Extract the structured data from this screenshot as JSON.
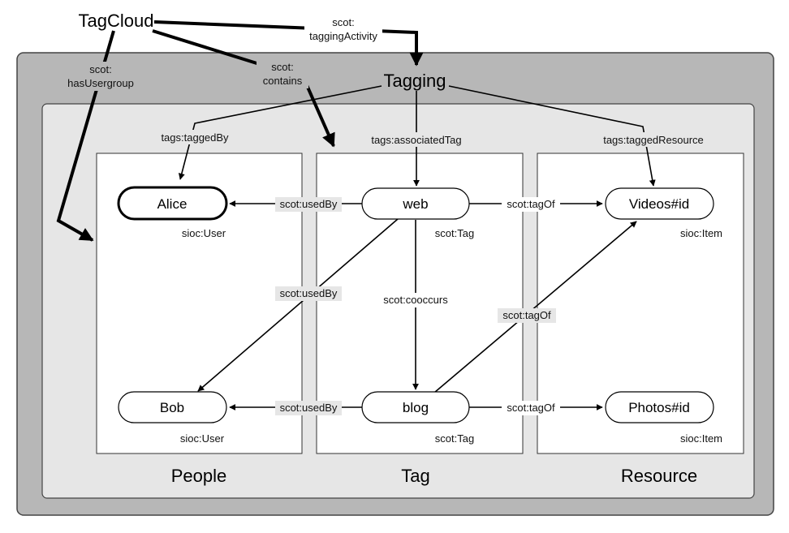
{
  "nodes": {
    "tagcloud": "TagCloud",
    "tagging": "Tagging",
    "alice": "Alice",
    "bob": "Bob",
    "web": "web",
    "blog": "blog",
    "videos": "Videos#id",
    "photos": "Photos#id"
  },
  "types": {
    "alice": "sioc:User",
    "bob": "sioc:User",
    "web": "scot:Tag",
    "blog": "scot:Tag",
    "videos": "sioc:Item",
    "photos": "sioc:Item"
  },
  "sections": {
    "people": "People",
    "tag": "Tag",
    "resource": "Resource"
  },
  "edges": {
    "tagging_activity_1": "scot:",
    "tagging_activity_2": "taggingActivity",
    "has_usergroup_1": "scot:",
    "has_usergroup_2": "hasUsergroup",
    "contains_1": "scot:",
    "contains_2": "contains",
    "tagged_by": "tags:taggedBy",
    "associated_tag": "tags:associatedTag",
    "tagged_resource": "tags:taggedResource",
    "web_used_by_alice": "scot:usedBy",
    "web_used_by_bob": "scot:usedBy",
    "blog_used_by_bob": "scot:usedBy",
    "web_tag_of_videos": "scot:tagOf",
    "blog_tag_of_videos": "scot:tagOf",
    "blog_tag_of_photos": "scot:tagOf",
    "cooccurs": "scot:cooccurs"
  }
}
